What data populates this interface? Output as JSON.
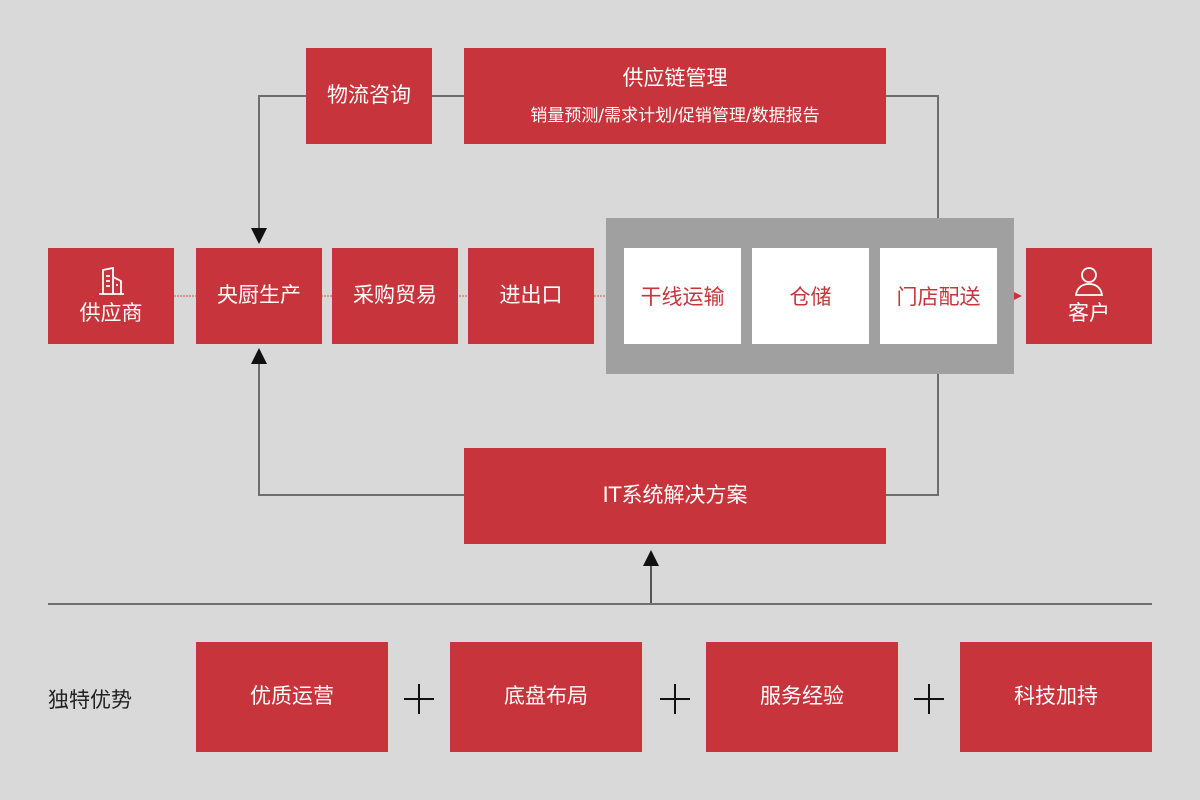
{
  "top": {
    "logistics_consulting": "物流咨询",
    "supply_chain": {
      "title": "供应链管理",
      "subtitle": "销量预测/需求计划/促销管理/数据报告"
    }
  },
  "flow": {
    "supplier": {
      "label": "供应商",
      "icon": "building-icon"
    },
    "central_kitchen": "央厨生产",
    "procurement": "采购贸易",
    "import_export": "进出口",
    "logistics_group": {
      "trunk_transport": "干线运输",
      "warehousing": "仓储",
      "store_delivery": "门店配送"
    },
    "customer": {
      "label": "客户",
      "icon": "user-icon"
    }
  },
  "it_solution": "IT系统解决方案",
  "advantages": {
    "label": "独特优势",
    "items": [
      "优质运营",
      "底盘布局",
      "服务经验",
      "科技加持"
    ],
    "separator": "plus-icon"
  },
  "colors": {
    "primary_red": "#c8343b",
    "background": "#d9d9d9",
    "panel_gray": "#a0a0a0",
    "connector": "#6e6e6e"
  }
}
